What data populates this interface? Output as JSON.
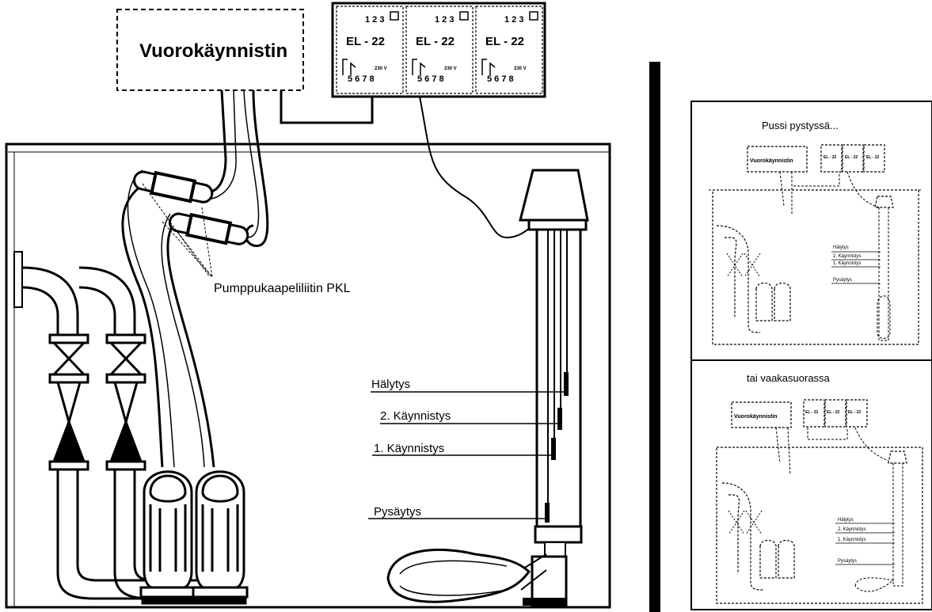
{
  "main": {
    "starter_label": "Vuorokäynnistin",
    "relay_units": [
      {
        "title": "EL - 22",
        "top_terminals": "1 2 3",
        "bottom_terminals": "5 6 7 8",
        "voltage": "230 V"
      },
      {
        "title": "EL - 22",
        "top_terminals": "1 2 3",
        "bottom_terminals": "5 6 7 8",
        "voltage": "230 V"
      },
      {
        "title": "EL - 22",
        "top_terminals": "1 2 3",
        "bottom_terminals": "5 6 7 8",
        "voltage": "230 V"
      }
    ],
    "connector_label": "Pumppukaapeliliitin PKL",
    "level_labels": {
      "alarm": "Hälytys",
      "start2": "2. Käynnistys",
      "start1": "1. Käynnistys",
      "stop": "Pysäytys"
    }
  },
  "panel_upright": {
    "caption": "Pussi pystyssä...",
    "starter_label": "Vuorokäynnistin",
    "relay_title": "EL - 22",
    "level_labels": [
      "Hälytys",
      "2. Käynnistys",
      "1. Käynnistys",
      "Pysäytys"
    ]
  },
  "panel_horizontal": {
    "caption": "tai vaakasuorassa",
    "starter_label": "Vuorokäynnistin",
    "relay_title": "EL - 22",
    "level_labels": [
      "Hälytys",
      "2. Käynnistys",
      "1. Käynnistys",
      "Pysäytys"
    ]
  }
}
